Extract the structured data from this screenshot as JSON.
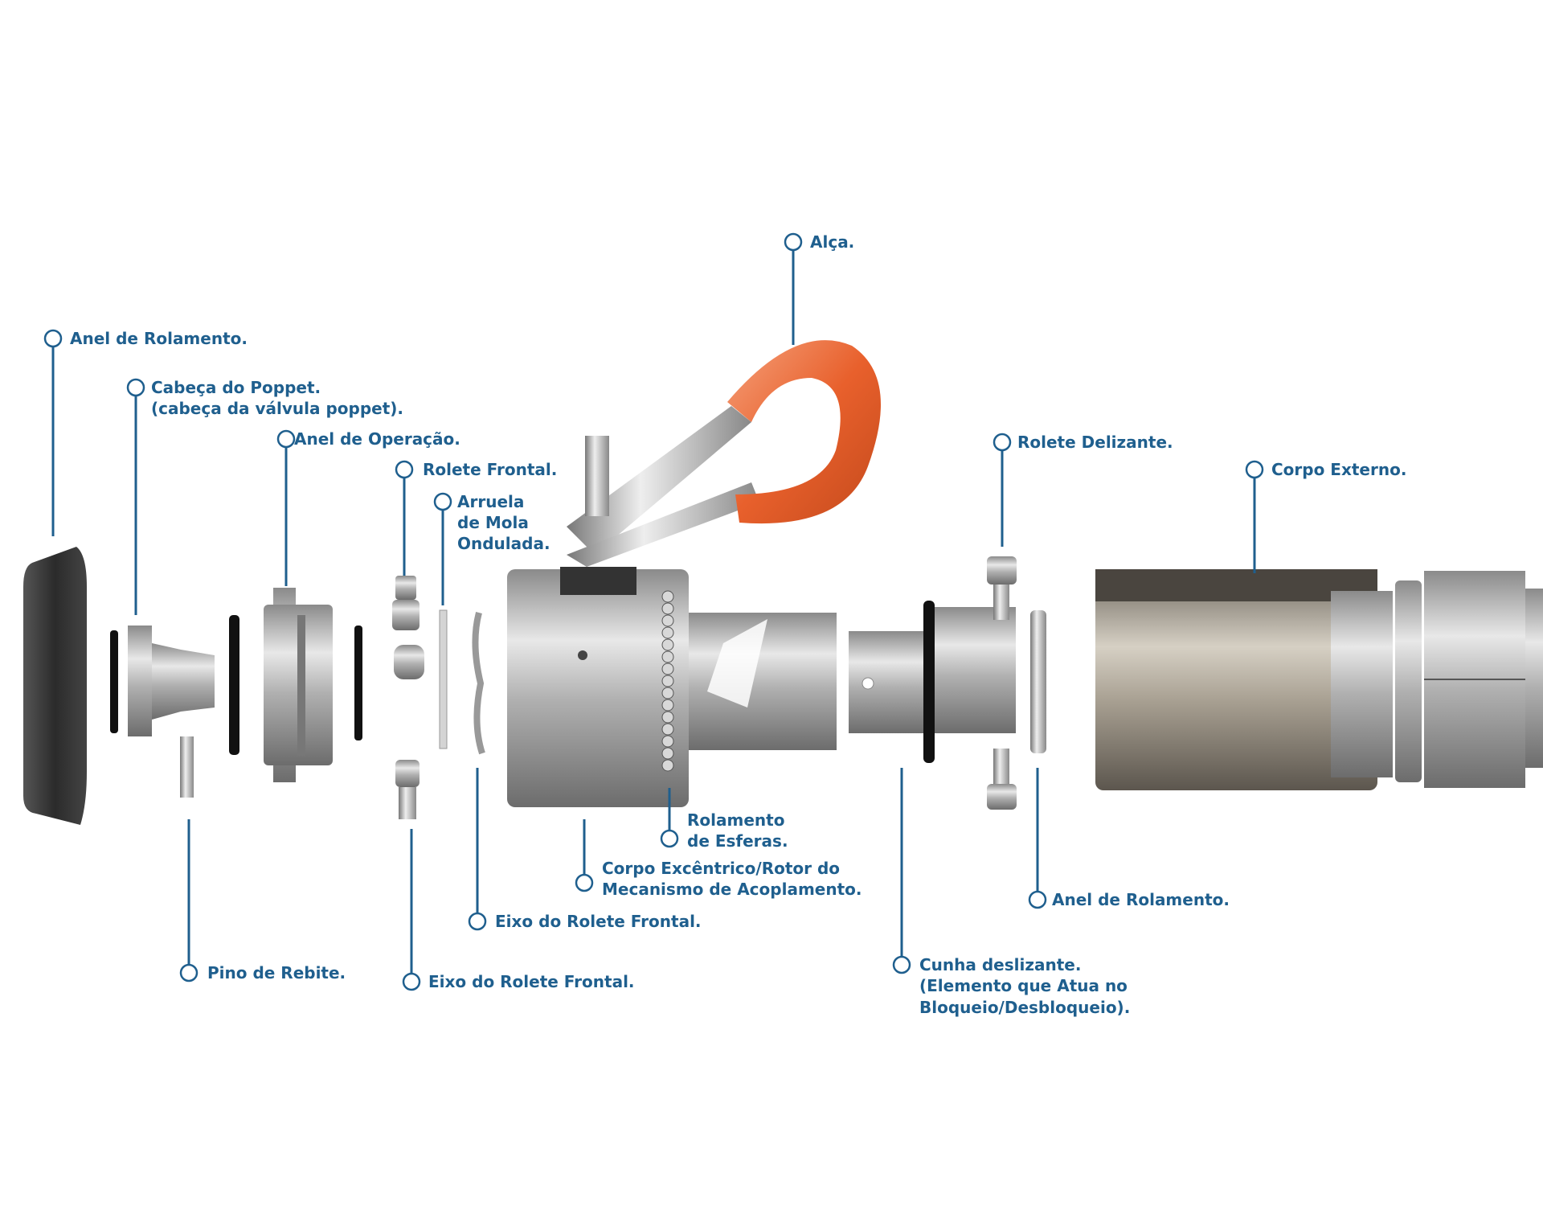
{
  "colors": {
    "label": "#1f5f8e",
    "handle": "#e8602c",
    "metal": "#b8b8b8",
    "dark_cap": "#3a3a3a"
  },
  "labels": {
    "alca": "Alça.",
    "anel_rolamento_top": "Anel de Rolamento.",
    "cabeca_poppet": [
      "Cabeça do Poppet.",
      "(cabeça da válvula poppet)."
    ],
    "anel_operacao": "Anel de Operação.",
    "rolete_frontal": "Rolete Frontal.",
    "arruela": [
      "Arruela",
      "de Mola",
      "Ondulada."
    ],
    "rolete_delizante": "Rolete Delizante.",
    "corpo_externo": "Corpo Externo.",
    "rolamento_esferas": [
      "Rolamento",
      "de Esferas."
    ],
    "corpo_excentrico": [
      "Corpo Excêntrico/Rotor do",
      "Mecanismo de Acoplamento."
    ],
    "eixo_rolete_1": "Eixo do Rolete Frontal.",
    "anel_rolamento_bottom": "Anel de Rolamento.",
    "cunha": [
      "Cunha deslizante.",
      "(Elemento que Atua no",
      "Bloqueio/Desbloqueio)."
    ],
    "pino_rebite": "Pino de Rebite.",
    "eixo_rolete_2": "Eixo do Rolete Frontal."
  }
}
